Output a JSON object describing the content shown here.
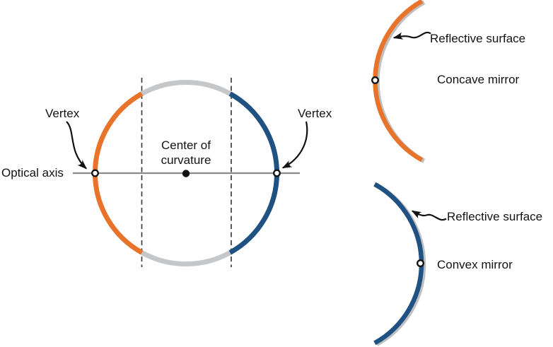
{
  "figure": {
    "description": "Spherical mirror geometry diagram",
    "labels": {
      "optical_axis": "Optical axis",
      "vertex_left": "Vertex",
      "vertex_right": "Vertex",
      "center_of_curvature_line1": "Center of",
      "center_of_curvature_line2": "curvature",
      "reflective_surface_top": "Reflective surface",
      "concave_mirror": "Concave mirror",
      "reflective_surface_bottom": "Reflective surface",
      "convex_mirror": "Convex mirror"
    },
    "colors": {
      "orange": "#E8742B",
      "blue": "#1F5182",
      "gray_arc": "#C6C7C8",
      "backing_gray": "#BFC0C2",
      "axis_gray": "#8A8A8A",
      "dash": "#333333",
      "ink": "#111111",
      "marker_fill": "#FFFFFF"
    }
  }
}
